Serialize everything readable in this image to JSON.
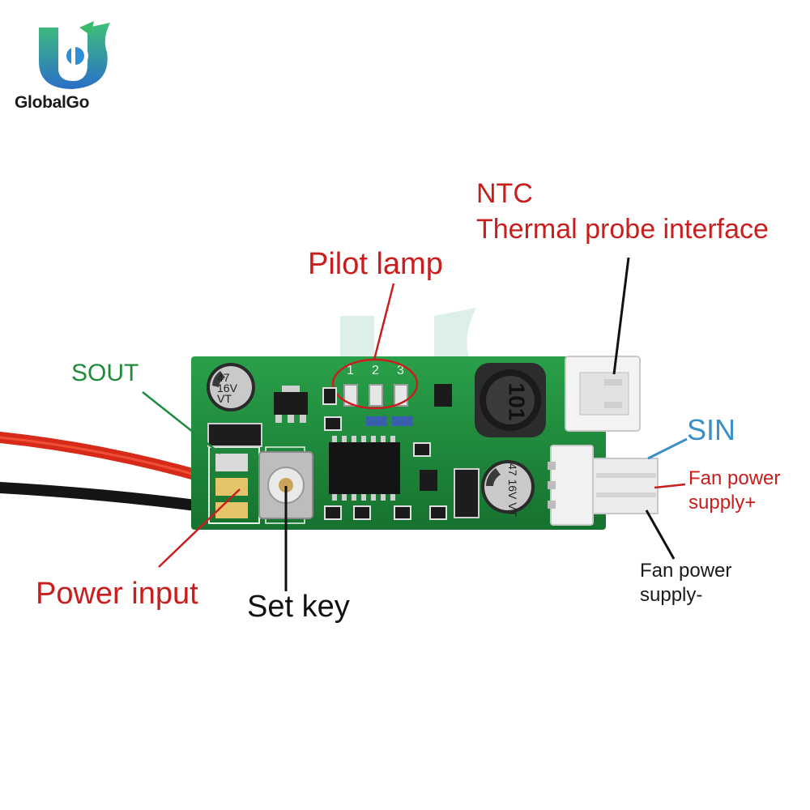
{
  "brand": {
    "name": "GlobalGo"
  },
  "labels": {
    "ntc": "NTC",
    "thermal_probe": "Thermal probe interface",
    "pilot_lamp": "Pilot lamp",
    "sout": "SOUT",
    "sin": "SIN",
    "fan_power_plus": "Fan power supply+",
    "fan_power_minus": "Fan power supply-",
    "power_input": "Power input",
    "set_key": "Set key"
  },
  "board": {
    "led_numbers": [
      "1",
      "2",
      "3"
    ],
    "cap_marking": [
      "47",
      "16V",
      "VT"
    ],
    "inductor_marking": "101"
  },
  "colors": {
    "pcb_green": "#1f8a3a",
    "label_red": "#c81e1e",
    "label_green": "#1e8a3c",
    "label_blue": "#3b8fc9"
  }
}
